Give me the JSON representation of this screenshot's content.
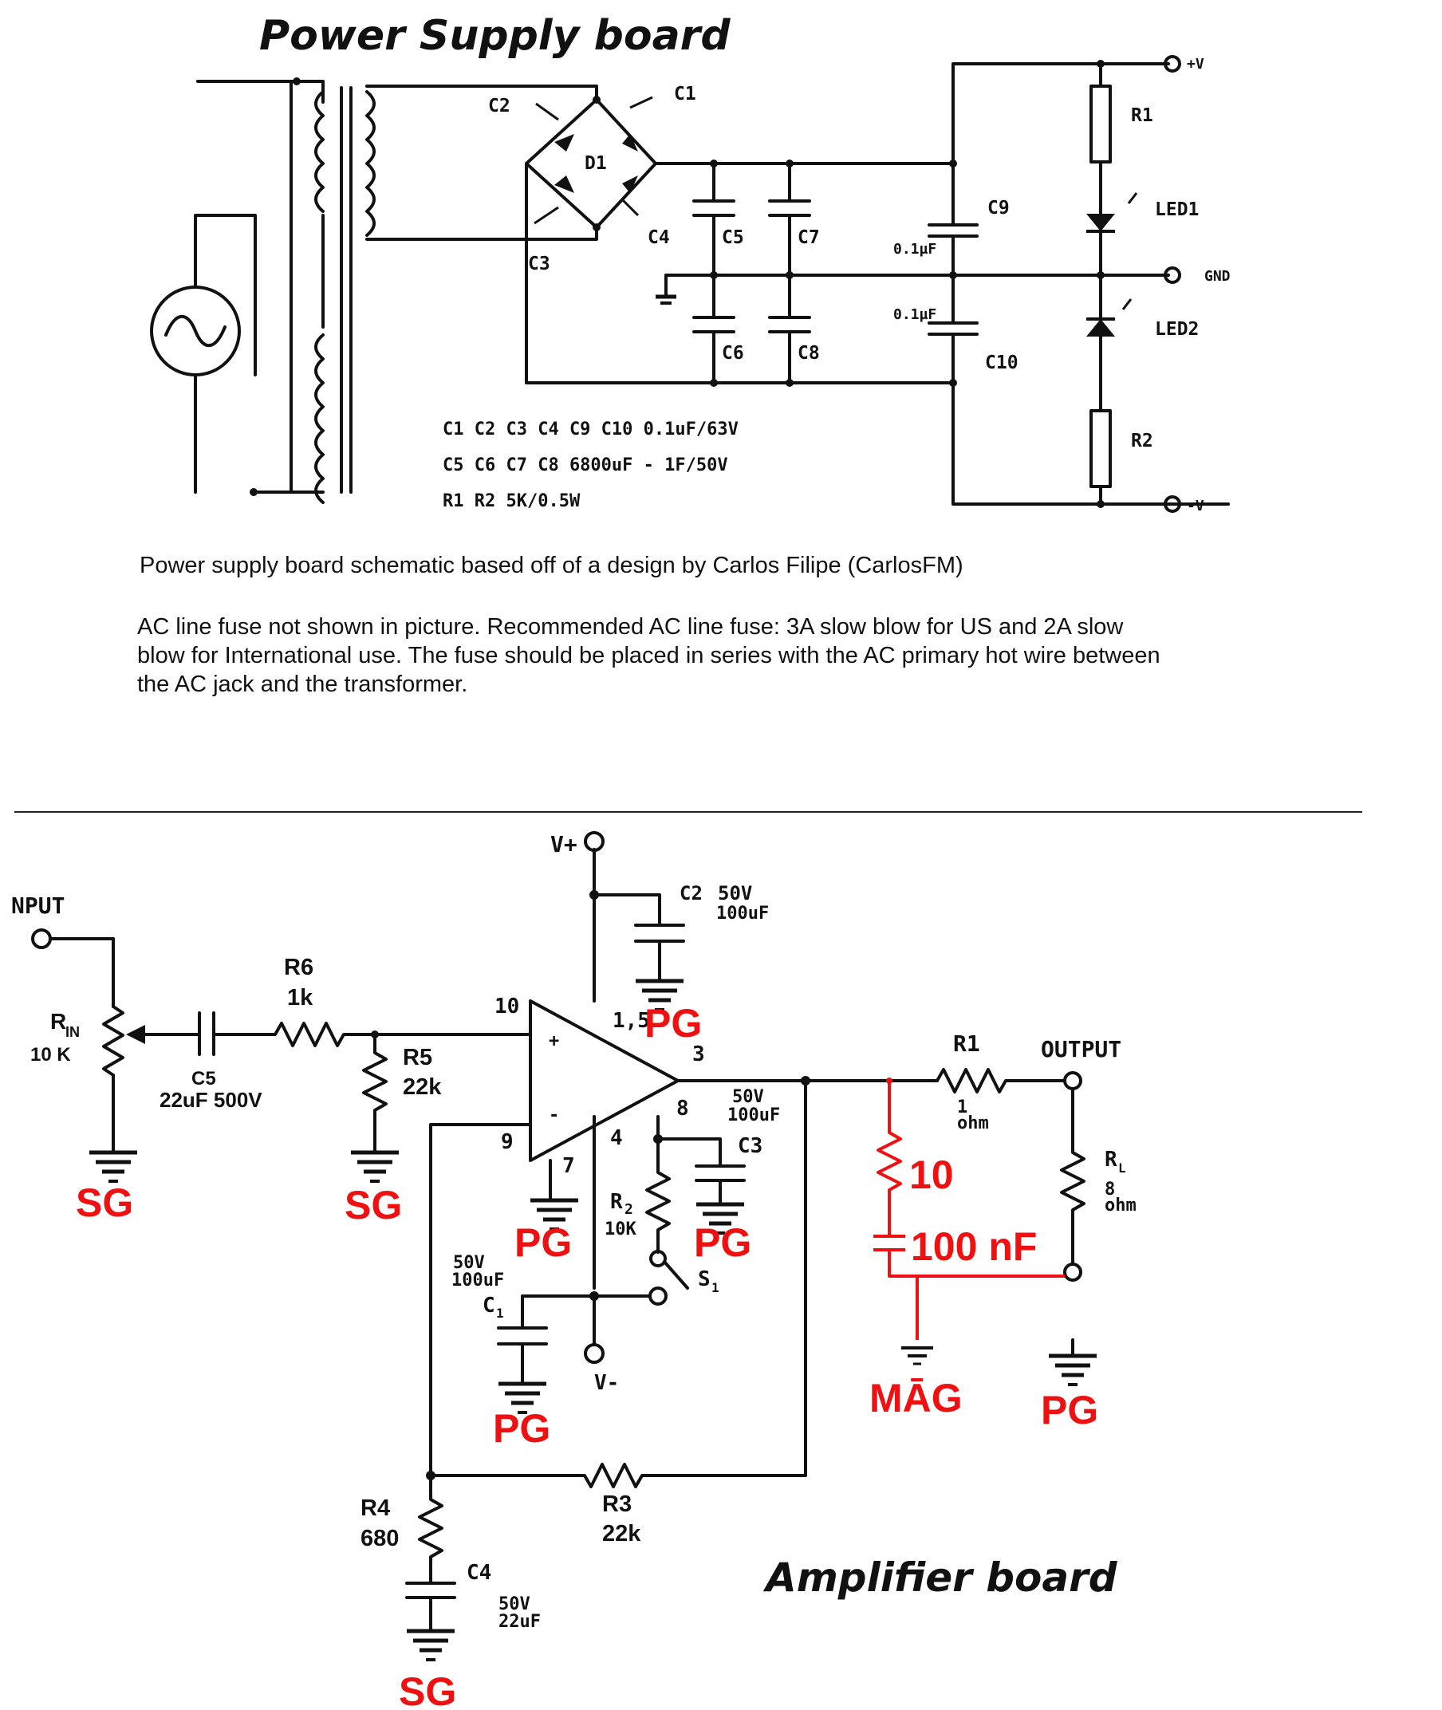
{
  "power_supply": {
    "title": "Power Supply board",
    "labels": {
      "c1": "C1",
      "c2": "C2",
      "c3": "C3",
      "c4": "C4",
      "d1": "D1",
      "c5": "C5",
      "c6": "C6",
      "c7": "C7",
      "c8": "C8",
      "c9": "C9",
      "c10": "C10",
      "c9_val": "0.1µF",
      "c10_val": "0.1µF",
      "r1": "R1",
      "r2": "R2",
      "led1": "LED1",
      "led2": "LED2",
      "vplus": "+V",
      "gnd": "GND",
      "vminus": "-V"
    },
    "bom": [
      "C1 C2 C3 C4 C9 C10 0.1uF/63V",
      "C5 C6 C7 C8  6800uF - 1F/50V",
      "R1 R2 5K/0.5W"
    ],
    "note1": "Power supply board schematic based off of a design by Carlos Filipe (CarlosFM)",
    "note2_lines": [
      "AC line fuse not shown in picture.  Recommended AC line fuse:  3A slow blow for US and 2A slow",
      "blow for International use.  The fuse should be placed in series with the AC primary hot wire between",
      "the AC jack and the transformer."
    ]
  },
  "amplifier": {
    "title": "Amplifier board",
    "labels": {
      "input": "NPUT",
      "rin": "R",
      "rin_sub": "IN",
      "rin_val": "10 K",
      "c5": "C5",
      "c5_val": "22uF 500V",
      "r6": "R6",
      "r6_val": "1k",
      "r5": "R5",
      "r5_val": "22k",
      "vplus": "V+",
      "vminus": "V-",
      "c2": "C2",
      "c2_v": "50V",
      "c2_val": "100uF",
      "pin10": "10",
      "pin15": "1,5",
      "pin3": "3",
      "pin8": "8",
      "pin9": "9",
      "pin4": "4",
      "pin7": "7",
      "plus": "+",
      "minus": "-",
      "c3_v": "50V",
      "c3_val": "100uF",
      "c3": "C3",
      "r2": "R",
      "r2_sub": "2",
      "r2_val": "10K",
      "s1": "S",
      "s1_sub": "1",
      "c1_v": "50V",
      "c1_val": "100uF",
      "c1": "C",
      "c1_sub": "1",
      "r1": "R1",
      "r1_val": "1",
      "r1_unit": "ohm",
      "output": "OUTPUT",
      "rl": "R",
      "rl_sub": "L",
      "rl_val": "8",
      "rl_unit": "ohm",
      "r4": "R4",
      "r4_val": "680",
      "r3": "R3",
      "r3_val": "22k",
      "c4": "C4",
      "c4_v": "50V",
      "c4_val": "22uF"
    },
    "annotations": {
      "zobel_r": "10",
      "zobel_c": "100 nF",
      "sg1": "SG",
      "sg2": "SG",
      "sg3": "SG",
      "pg1": "PG",
      "pg2": "PG",
      "pg3": "PG",
      "pg4": "PG",
      "pg5": "PG",
      "mag": "MĀG"
    },
    "colors": {
      "annotation": "#ee1111",
      "ink": "#111111"
    }
  }
}
